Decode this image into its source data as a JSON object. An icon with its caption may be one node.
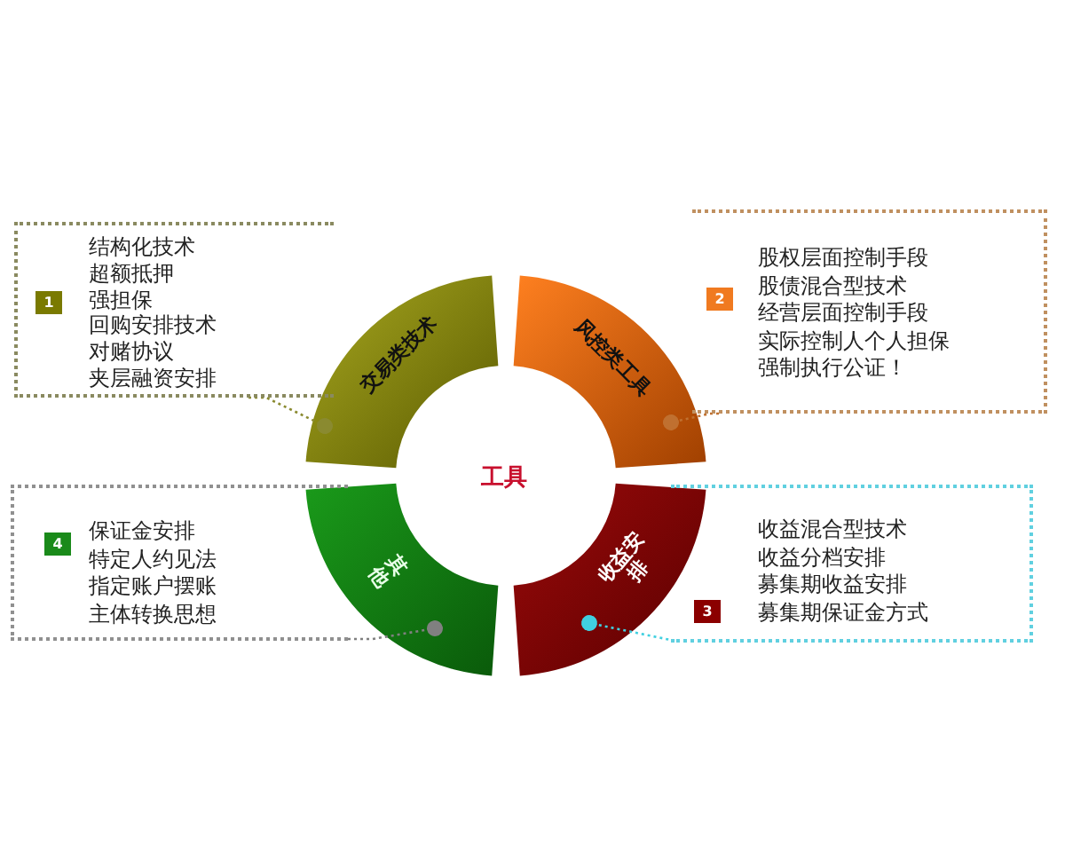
{
  "diagram": {
    "nodes": [
      {
        "text": [
          "1",
          "结构化技术",
          "超额抵押",
          "强担保",
          "回购安排技术",
          "对赌协议",
          "夹层融资安排"
        ]
      },
      {
        "text": [
          "交易类技术"
        ]
      },
      {
        "text": [
          "风控类工具"
        ]
      },
      {
        "text": [
          "2",
          "股权层面控制手段",
          "股债混合型技术",
          "经营层面控制手段",
          "实际控制人个人担保",
          "强制执行公证！"
        ]
      },
      {
        "text": [
          "4",
          "保证金安排",
          "特定人约见法",
          "指定账户摆账",
          "主体转换思想"
        ]
      },
      {
        "text": [
          "其他"
        ]
      },
      {
        "text": [
          "收益安排"
        ]
      },
      {
        "text": [
          "3",
          "收益混合型技术",
          "收益分档安排",
          "募集期收益安排",
          "募集期保证金方式"
        ]
      }
    ],
    "edges": [
      {
        "from": 0,
        "to": 1,
        "arrow": "other",
        "style": "dashed",
        "color": "#8a8a30"
      },
      {
        "from": 3,
        "to": 2,
        "arrow": "other",
        "style": "dashed",
        "color": "#c07030"
      },
      {
        "from": 7,
        "to": 6,
        "arrow": "other",
        "style": "dashed",
        "color": "#40d0e0"
      },
      {
        "from": 4,
        "to": 5,
        "arrow": "other",
        "style": "dashed",
        "color": "#808080"
      }
    ],
    "labels": [
      "工具"
    ]
  }
}
